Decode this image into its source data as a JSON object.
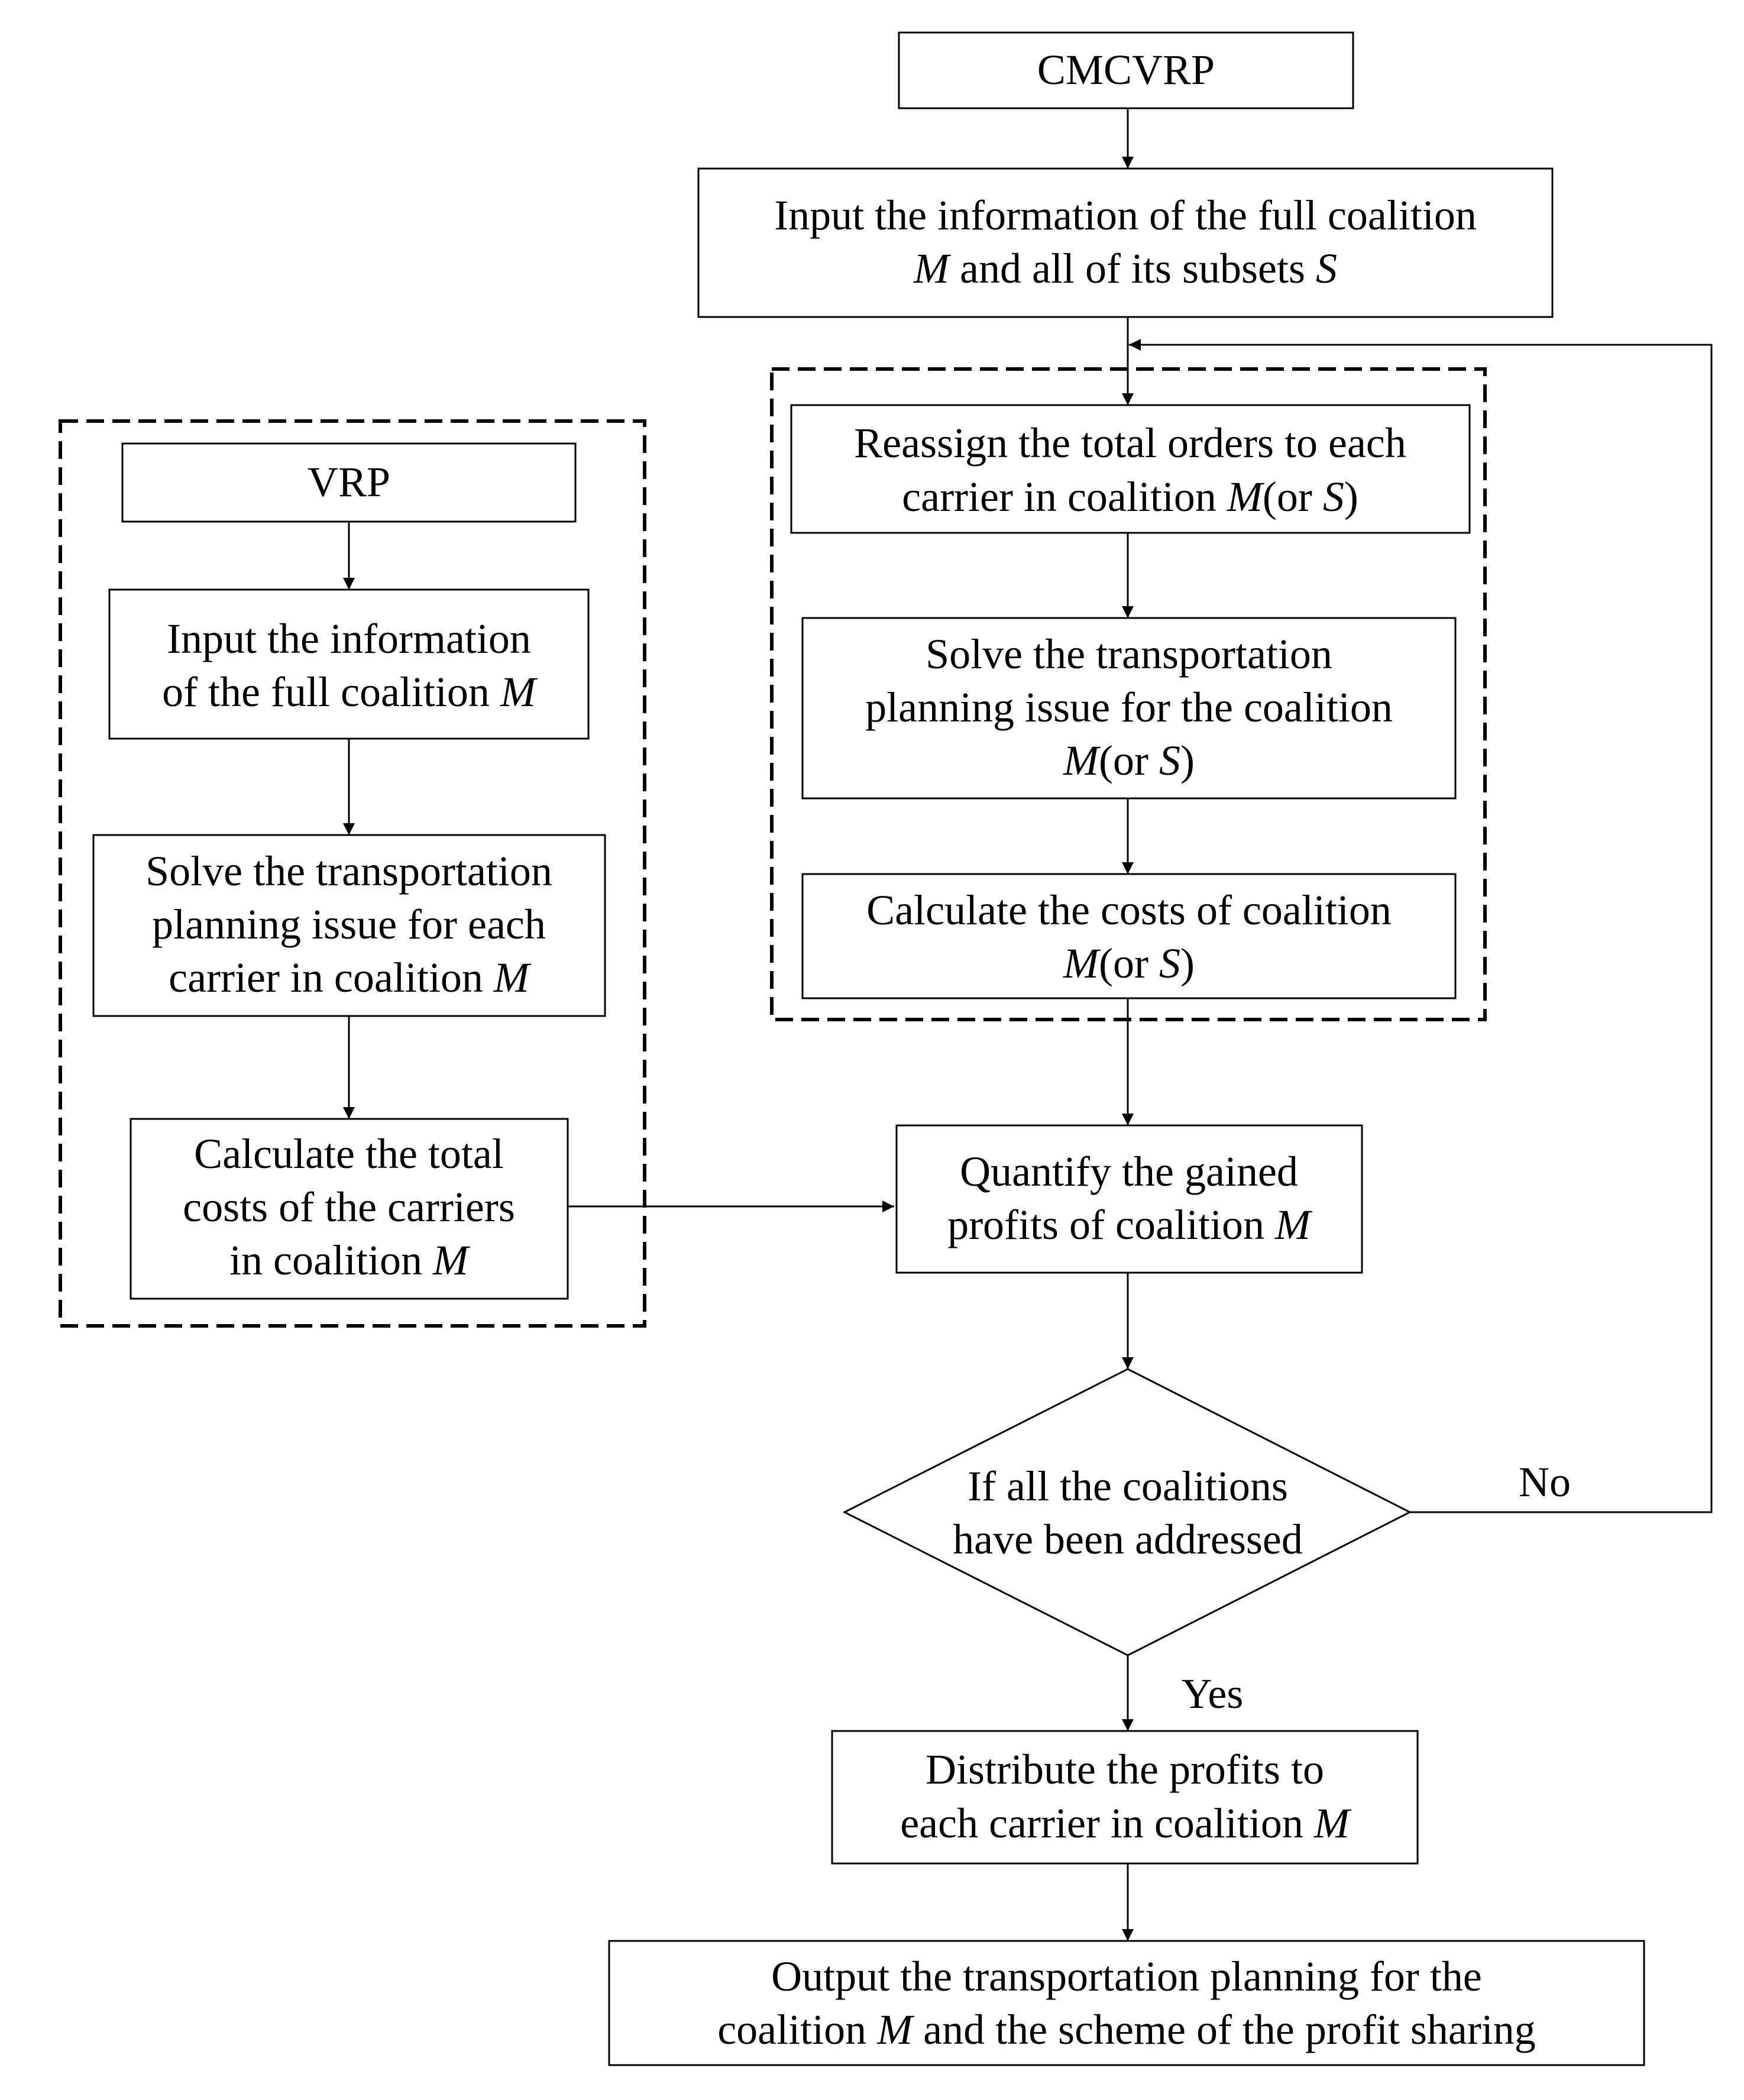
{
  "flowchart": {
    "start": "CMCVRP",
    "input_full_and_subsets": {
      "l1": "Input the information of the full coalition",
      "l2_it1": "M",
      "l2_mid": " and all of its subsets ",
      "l2_it2": "S"
    },
    "reassign": {
      "l1": "Reassign the total orders to each",
      "l2_pre": "carrier in coalition ",
      "l2_it1": "M",
      "l2_mid": "(or ",
      "l2_it2": "S",
      "l2_post": ")"
    },
    "solve_coalition": {
      "l1": "Solve the transportation",
      "l2": "planning issue for the coalition",
      "l3_it1": "M",
      "l3_mid": "(or ",
      "l3_it2": "S",
      "l3_post": ")"
    },
    "calc_coalition": {
      "l1": "Calculate the costs of coalition",
      "l2_it1": "M",
      "l2_mid": "(or ",
      "l2_it2": "S",
      "l2_post": ")"
    },
    "vrp": "VRP",
    "vrp_input": {
      "l1": "Input the information",
      "l2_pre": "of the full coalition ",
      "l2_it": "M"
    },
    "vrp_solve": {
      "l1": "Solve the transportation",
      "l2": "planning issue for each",
      "l3_pre": "carrier in coalition ",
      "l3_it": "M"
    },
    "vrp_calc": {
      "l1": "Calculate the total",
      "l2": "costs of the carriers",
      "l3_pre": "in coalition ",
      "l3_it": "M"
    },
    "quantify": {
      "l1": "Quantify the gained",
      "l2_pre": "profits of coalition ",
      "l2_it": "M"
    },
    "decision": {
      "l1": "If all the coalitions",
      "l2": "have been addressed"
    },
    "no_label": "No",
    "yes_label": "Yes",
    "distribute": {
      "l1": "Distribute the profits to",
      "l2_pre": "each carrier in coalition ",
      "l2_it": "M"
    },
    "output": {
      "l1": "Output the transportation planning for the",
      "l2_pre": "coalition ",
      "l2_it": "M",
      "l2_post": " and the scheme of the profit sharing"
    }
  }
}
